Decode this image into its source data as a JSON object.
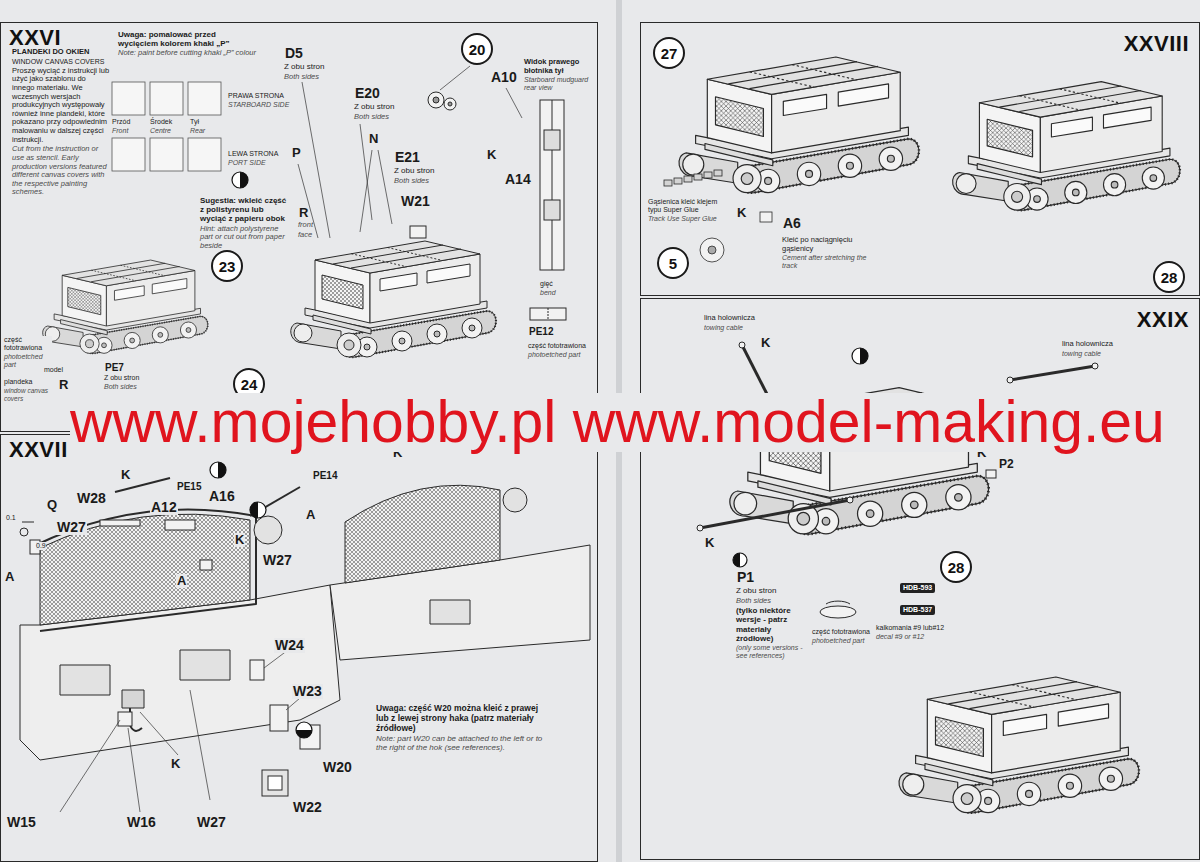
{
  "diagram": {
    "nodes": [
      {
        "text": [
          "XXVI"
        ]
      },
      {
        "text": [
          "20"
        ],
        "in": 0
      },
      {
        "text": [
          "23"
        ],
        "in": 0
      },
      {
        "text": [
          "24"
        ],
        "in": 0
      },
      {
        "text": [
          "XXVII"
        ]
      },
      {
        "text": [
          "XXVIII"
        ]
      },
      {
        "text": [
          "27"
        ],
        "in": 5
      },
      {
        "text": [
          "5"
        ],
        "in": 5
      },
      {
        "text": [
          "28"
        ],
        "in": 5
      },
      {
        "text": [
          "XXIX"
        ]
      },
      {
        "text": [
          "28"
        ],
        "in": 9
      }
    ],
    "labels": [
      "PLANDEKI DO OKIEN",
      "WINDOW CANVAS COVERS",
      "Proszę wyciąć z instrukcji lub użyć jako szablonu do innego materiału. We wczesnych wersjach produkcyjnych występowały również inne plandeki, które pokazano przy odpowiednim malowaniu w dalszej części instrukcji.",
      "Cut from the instruction or use as stencil. Early production versions featured different canvas covers with the respective painting schemes.",
      "Uwaga: pomalować przed wycięciem kolorem khaki „P”",
      "Note: paint before cutting khaki „P” colour",
      "Przód",
      "Front",
      "Środek",
      "Centre",
      "Tył",
      "Rear",
      "PRAWA STRONA",
      "STARBOARD SIDE",
      "LEWA STRONA",
      "PORT SIDE",
      "Sugestia: wkleić część z polistyrenu lub wyciąć z papieru obok",
      "Hint: attach polystyrene part or cut out from paper beside",
      "D5",
      "Z obu stron",
      "Both sides",
      "E20",
      "Z obu stron",
      "Both sides",
      "E21",
      "Z obu stron",
      "Both sides",
      "P",
      "N",
      "W21",
      "R",
      "front",
      "face",
      "Widok prawego błotnika tył",
      "Starboard mudguard rear view",
      "A10",
      "K",
      "A14",
      "gięć",
      "bend",
      "PE12",
      "część fototrawiona",
      "photoetched part",
      "część fototrawiona",
      "photoetched part",
      "model",
      "plandeka",
      "window canvas covers",
      "PE7",
      "Z obu stron",
      "Both sides",
      "R",
      "www.mojehobby.pl www.model-making.eu",
      "K",
      "PE15",
      "K",
      "PE14",
      "A",
      "W28",
      "A12",
      "A16",
      "K",
      "Q",
      "0.1",
      "W27",
      "0.9",
      "A",
      "A",
      "W27",
      "W24",
      "W23",
      "W20",
      "W22",
      "K",
      "W15",
      "W16",
      "W27",
      "Uwaga: część W20 można kleić z prawej lub z lewej strony haka (patrz materiały źródłowe)",
      "Note: part W20 can be attached to the left or to the right of the hok (see references).",
      "Gąsienica kleić klejem typu Super Glue",
      "Track Use Super Glue",
      "K",
      "A6",
      "Kleić po naciągnięciu gąsienicy",
      "Cement after stretching the track",
      "lina holownicza",
      "towing cable",
      "K",
      "lina holownicza",
      "towing cable",
      "K",
      "P2",
      "K",
      "P1",
      "Z obu stron",
      "Both sides",
      "(tylko niektóre wersje - patrz materiały źródłowe)",
      "(only some versions - see references)",
      "część fototrawiona",
      "photoetched part",
      "HDB-593",
      "HDB-537",
      "kalkomania #9 lub#12",
      "decal #9 or #12"
    ]
  }
}
